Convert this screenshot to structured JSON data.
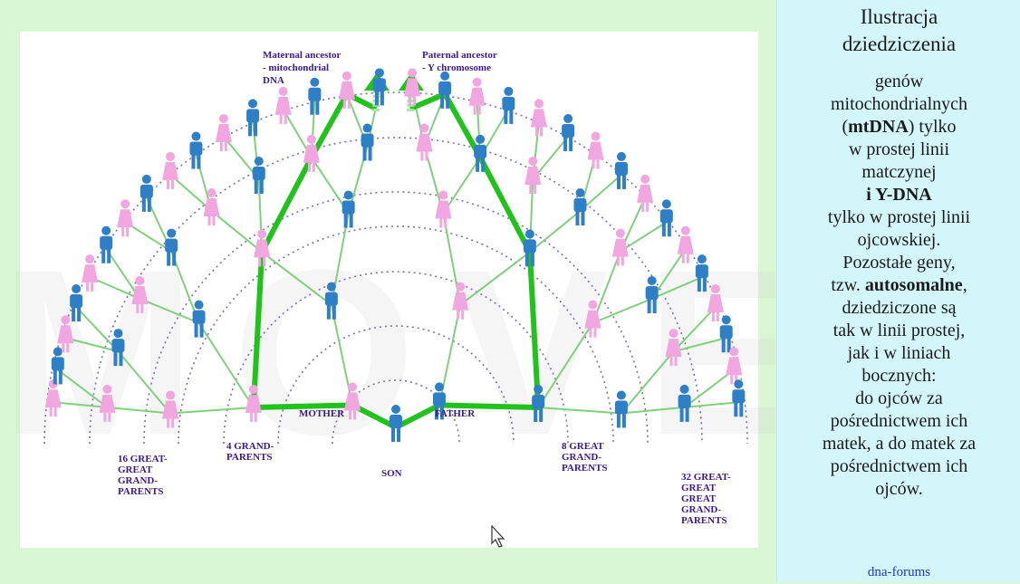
{
  "diagram": {
    "maternal_label": [
      "Maternal ancestor",
      "- mitochondrial",
      "DNA"
    ],
    "paternal_label": [
      "Paternal ancestor",
      "- Y chromosome"
    ],
    "mother": "MOTHER",
    "father": "FATHER",
    "son": "SON",
    "grandparents": [
      "4 GRAND-",
      "PARENTS"
    ],
    "great_grandparents": [
      "8 GREAT",
      "GRAND-",
      "PARENTS"
    ],
    "great16": [
      "16 GREAT-",
      "GREAT",
      "GRAND-",
      "PARENTS"
    ],
    "great32": [
      "32 GREAT-",
      "GREAT",
      "GREAT",
      "GRAND-",
      "PARENTS"
    ],
    "colors": {
      "male": "#2e7fc6",
      "female": "#f2a6df",
      "link": "#7fd07a",
      "path": "#22c21c",
      "label": "#3a1a8c"
    }
  },
  "sidebar": {
    "title1": "Ilustracja",
    "title2": "dziedziczenia",
    "l1": "genów",
    "l2": "mitochondrialnych",
    "l3a": "(",
    "l3b": "mtDNA",
    "l3c": ") tylko",
    "l4": "w prostej linii",
    "l5": "matczynej",
    "l6a": "i ",
    "l6b": "Y-DNA",
    "l7": "tylko w prostej linii",
    "l8": "ojcowskiej.",
    "l9": "Pozostałe geny,",
    "l10a": "tzw. ",
    "l10b": "autosomalne",
    "l10c": ",",
    "l11": "dziedziczone są",
    "l12": "tak w linii prostej,",
    "l13": "jak i w liniach",
    "l14": "bocznych:",
    "l15": "do ojców za",
    "l16": "pośrednictwem ich",
    "l17": "matek, a do matek za",
    "l18": "pośrednictwem ich",
    "l19": "ojców.",
    "source": "dna-forums"
  }
}
